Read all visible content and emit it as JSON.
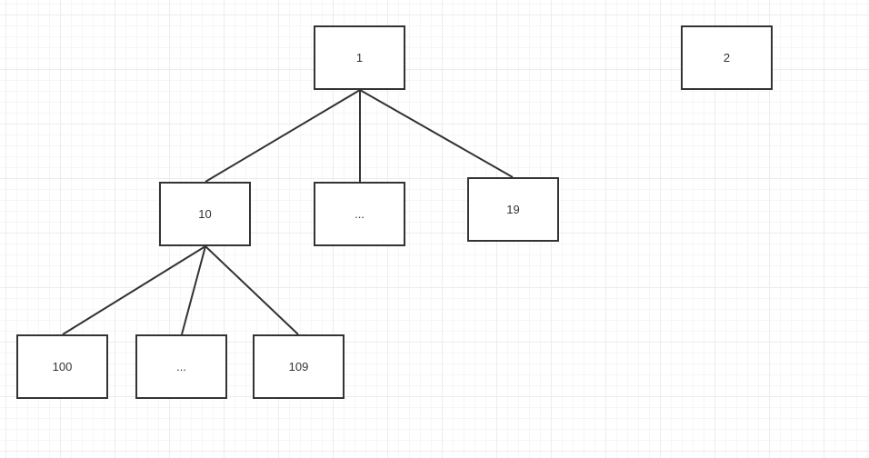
{
  "diagram": {
    "nodes": [
      {
        "id": "n-1",
        "label": "1"
      },
      {
        "id": "n-2",
        "label": "2"
      },
      {
        "id": "n-10",
        "label": "10"
      },
      {
        "id": "n-mid1",
        "label": "..."
      },
      {
        "id": "n-19",
        "label": "19"
      },
      {
        "id": "n-100",
        "label": "100"
      },
      {
        "id": "n-mid2",
        "label": "..."
      },
      {
        "id": "n-109",
        "label": "109"
      }
    ],
    "edges": [
      {
        "from": "1",
        "to": "10"
      },
      {
        "from": "1",
        "to": "..."
      },
      {
        "from": "1",
        "to": "19"
      },
      {
        "from": "10",
        "to": "100"
      },
      {
        "from": "10",
        "to": "..."
      },
      {
        "from": "10",
        "to": "109"
      }
    ],
    "colors": {
      "stroke": "#333333",
      "grid": "#ececec",
      "background": "#ffffff"
    }
  }
}
